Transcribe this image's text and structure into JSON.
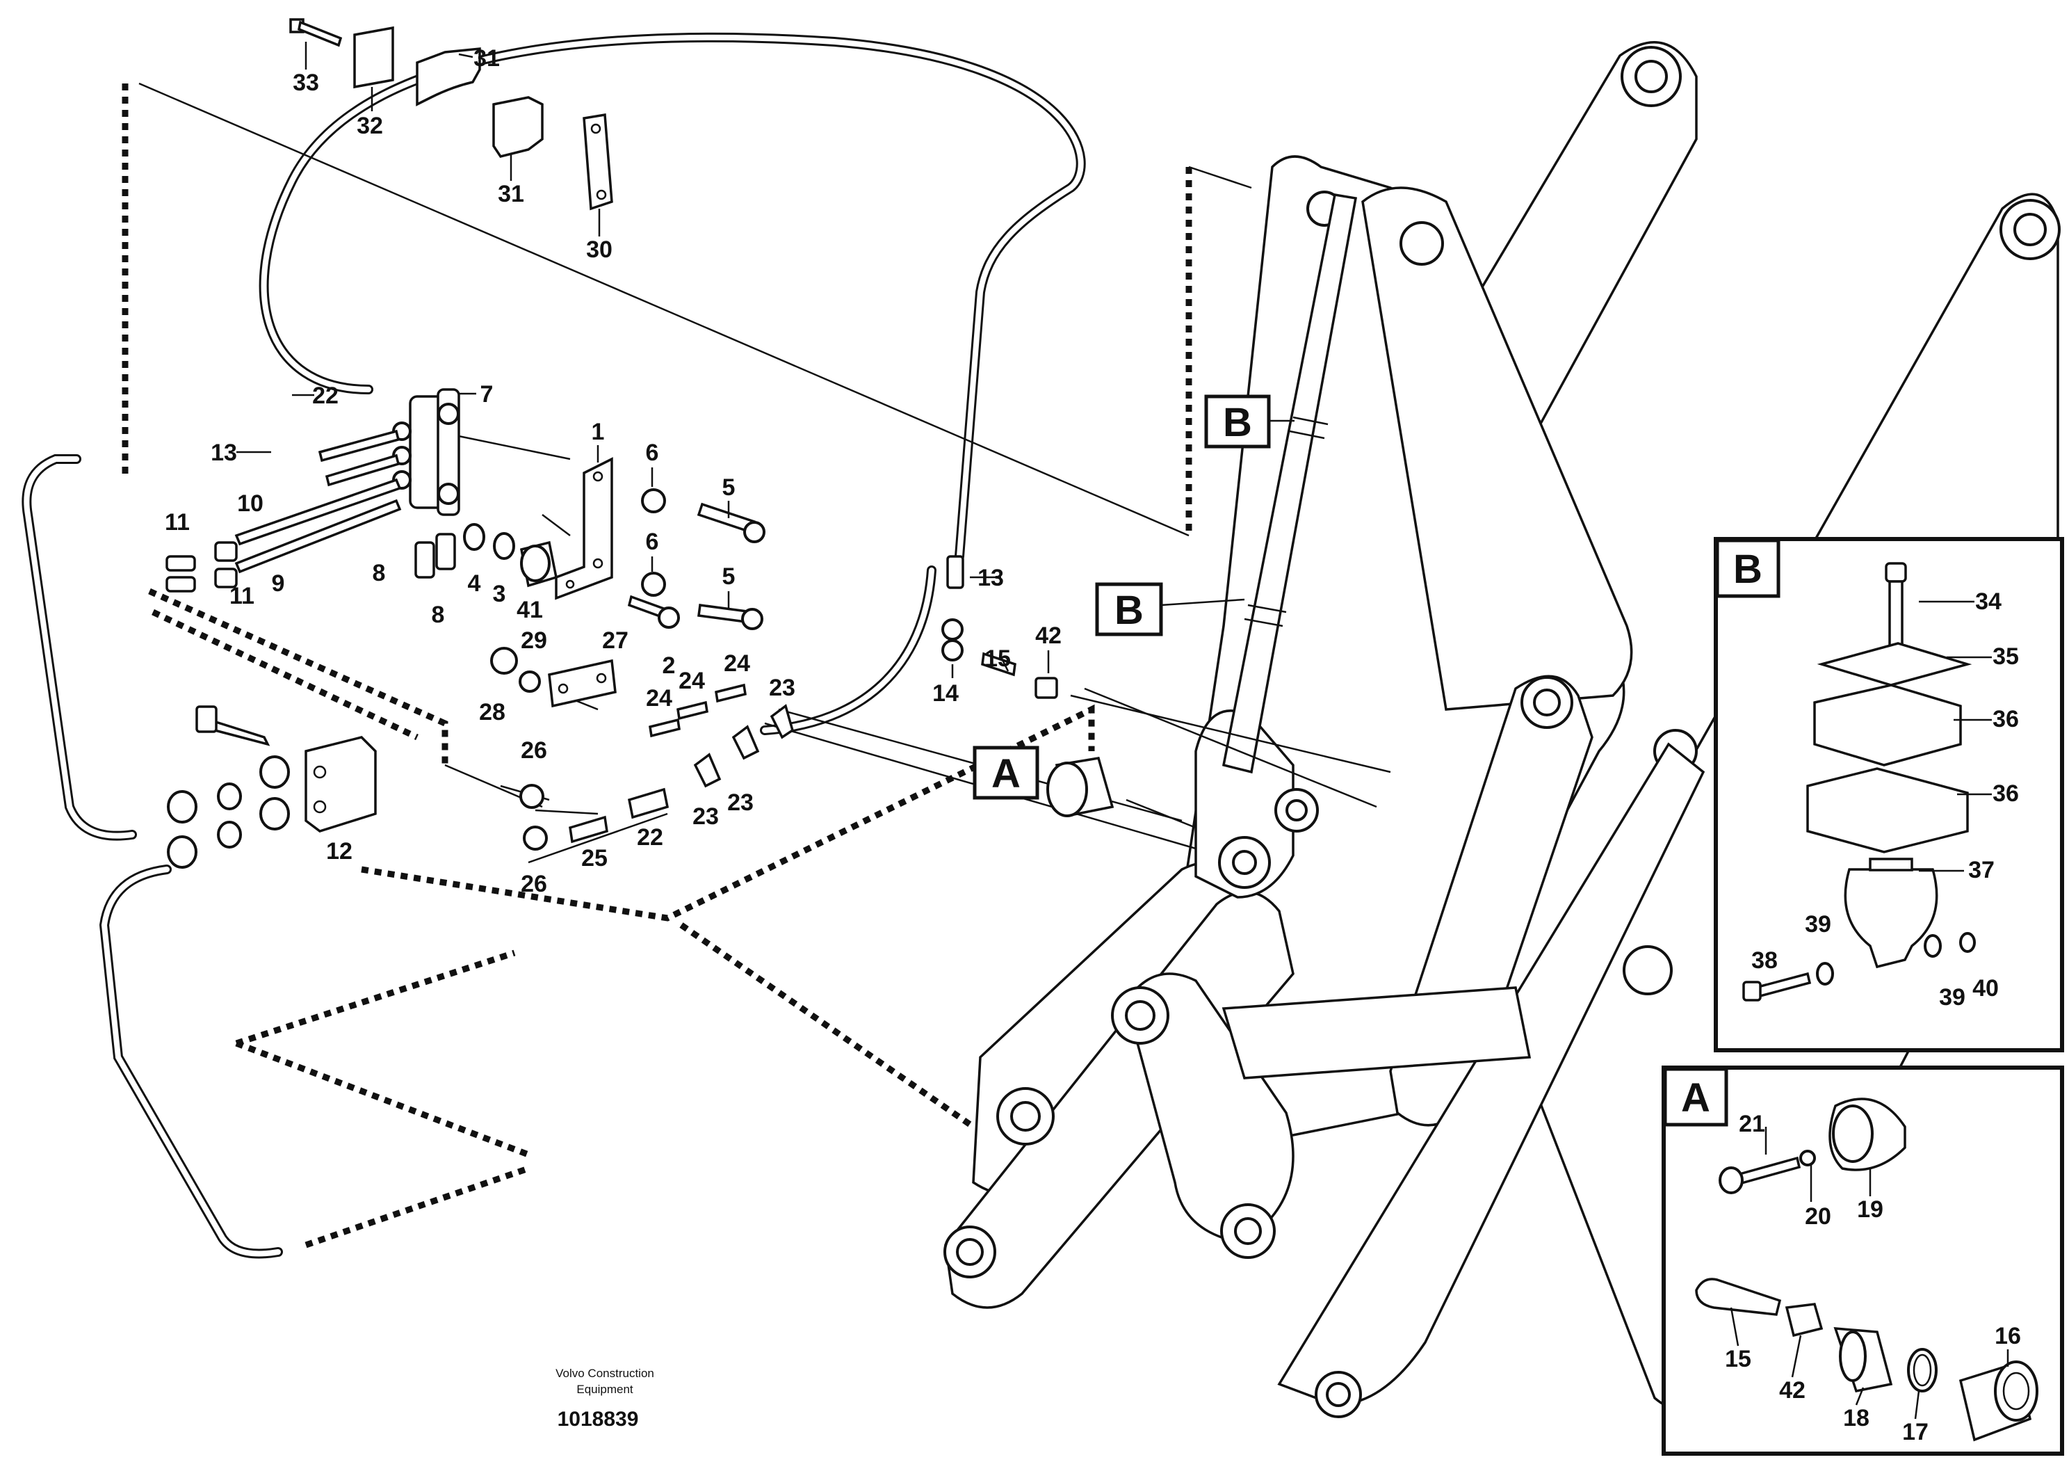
{
  "callouts": {
    "c1": "1",
    "c2": "2",
    "c3": "3",
    "c4": "4",
    "c5a": "5",
    "c5b": "5",
    "c6a": "6",
    "c6b": "6",
    "c7": "7",
    "c8a": "8",
    "c8b": "8",
    "c9": "9",
    "c10": "10",
    "c11a": "11",
    "c11b": "11",
    "c12": "12",
    "c13a": "13",
    "c13b": "13",
    "c14": "14",
    "c15a": "15",
    "c15b": "15",
    "c16": "16",
    "c17": "17",
    "c18": "18",
    "c19": "19",
    "c20": "20",
    "c21": "21",
    "c22a": "22",
    "c22b": "22",
    "c23a": "23",
    "c23b": "23",
    "c23c": "23",
    "c24a": "24",
    "c24b": "24",
    "c24c": "24",
    "c25": "25",
    "c26a": "26",
    "c26b": "26",
    "c27": "27",
    "c28": "28",
    "c29": "29",
    "c30": "30",
    "c31a": "31",
    "c31b": "31",
    "c32": "32",
    "c33": "33",
    "c34": "34",
    "c35": "35",
    "c36a": "36",
    "c36b": "36",
    "c37": "37",
    "c38": "38",
    "c39a": "39",
    "c39b": "39",
    "c40": "40",
    "c41": "41",
    "c42a": "42",
    "c42b": "42"
  },
  "detail_labels": {
    "a_main": "A",
    "a_inset": "A",
    "b_upper": "B",
    "b_lower": "B",
    "b_inset": "B"
  },
  "footer": {
    "company_line1": "Volvo Construction",
    "company_line2": "Equipment",
    "drawing_number": "1018839"
  }
}
